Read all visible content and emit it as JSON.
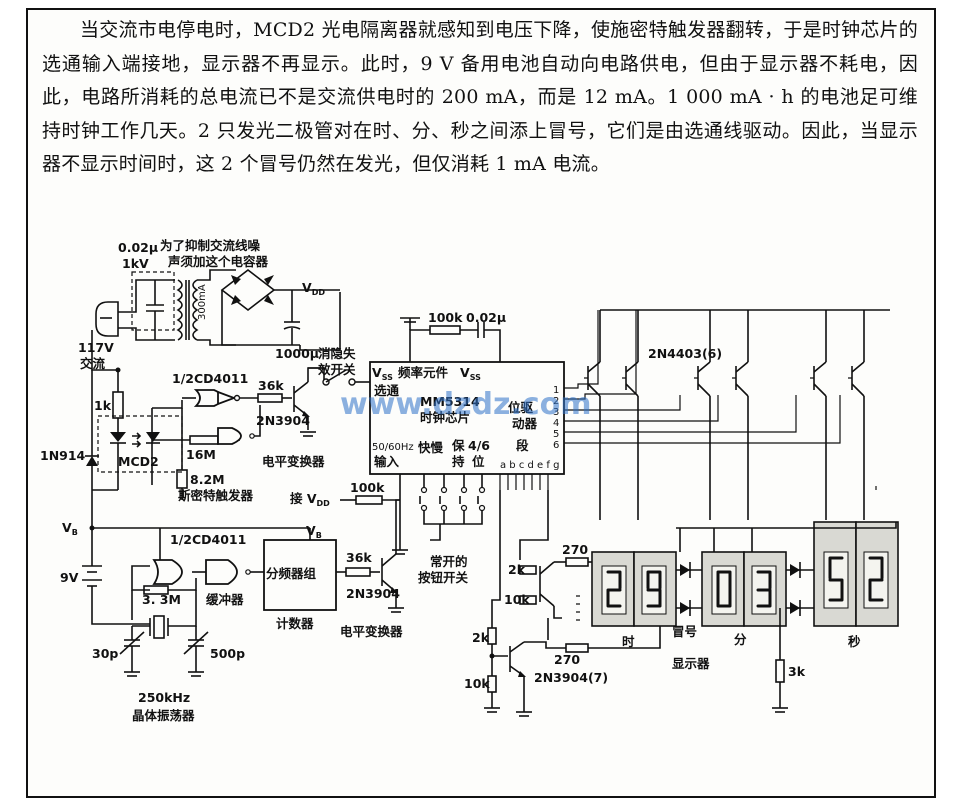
{
  "description": "当交流市电停电时，MCD2 光电隔离器就感知到电压下降，使施密特触发器翻转，于是时钟芯片的选通输入端接地，显示器不再显示。此时，9 V 备用电池自动向电路供电，但由于显示器不耗电，因此，电路所消耗的总电流已不是交流供电时的 200 mA，而是 12 mA。1 000 mA · h 的电池足可维持时钟工作几天。2 只发光二极管对在时、分、秒之间添上冒号，它们是由选通线驱动。因此，当显示器不显示时间时，这 2 个冒号仍然在发光，但仅消耗 1 mA 电流。",
  "power": {
    "cap_value": "0.02μ",
    "cap_voltage": "1kV",
    "note_line1": "为了抑制交流线噪",
    "note_line2": "声须加这个电容器",
    "plug_voltage": "117V",
    "plug_label": "交流",
    "transformer_current": "300mA",
    "filter_cap": "1000μ",
    "vdd": "V",
    "vdd_sub": "DD"
  },
  "isolator": {
    "r1": "1k",
    "diode": "1N914",
    "label": "MCD2",
    "vb": "V",
    "vb_sub": "B",
    "battery": "9V"
  },
  "schmitt": {
    "gate": "1/2CD4011",
    "r_36k": "36k",
    "transistor": "2N3904",
    "level_label": "电平变换器",
    "r_16m": "16M",
    "r_8m": "8.2M",
    "label": "斯密特触发器",
    "sw_label_1": "消隐失",
    "sw_label_2": "效开关"
  },
  "chip": {
    "top_label": "频率元件",
    "vss_left": "V",
    "vss_right": "V",
    "vss_sub": "SS",
    "strobe": "选通",
    "name1": "MM5314",
    "name2": "时钟芯片",
    "pin_50hz_1": "50/60Hz",
    "pin_50hz_2": "输入",
    "pin_fast": "快慢",
    "pin_hold_1": "保",
    "pin_hold_2": "持",
    "pin_46_1": "4/6",
    "pin_46_2": "位",
    "seg_label": "段",
    "seg_pins": "a b c d e f g",
    "digit_drv_1": "位驱",
    "digit_drv_2": "动器",
    "pin_nums": [
      "1",
      "2",
      "3",
      "4",
      "5",
      "6"
    ],
    "r_100k_top": "100k",
    "c_002_top": "0.02μ",
    "r_100k_vdd": "100k",
    "vdd_label": "接 V"
  },
  "drivers": {
    "transistor": "2N4403(6)",
    "r_270a": "270",
    "r_270b": "270",
    "r_2k_a": "2k",
    "r_10k_a": "10k",
    "r_2k_b": "2k",
    "r_10k_b": "10k",
    "transistor2": "2N3904(7)",
    "switch_label_1": "常开的",
    "switch_label_2": "按钮开关",
    "r_3k": "3k"
  },
  "divider": {
    "gate": "1/2CD4011",
    "buffer": "缓冲器",
    "block_label": "分频器组",
    "counter": "计数器",
    "r_36k": "36k",
    "transistor": "2N3904",
    "level_label": "电平变换器",
    "r_3_3m": "3. 3M",
    "c_30p": "30p",
    "c_500p": "500p",
    "crystal_freq": "250kHz",
    "crystal_label": "晶体振荡器"
  },
  "display": {
    "hour": "时",
    "colon": "冒号",
    "minute": "分",
    "second": "秒",
    "label": "显示器"
  },
  "watermark": "www.dzdz.com"
}
